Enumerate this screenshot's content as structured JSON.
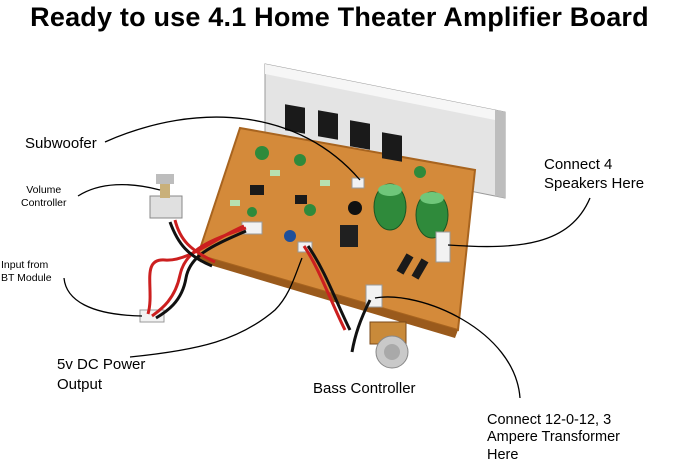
{
  "title": "Ready to use 4.1 Home Theater Amplifier Board",
  "callouts": {
    "subwoofer": "Subwoofer",
    "volume": [
      "Volume",
      "Controller"
    ],
    "input": [
      "Input from",
      "BT Module"
    ],
    "power": [
      "5v DC Power",
      "Output"
    ],
    "bass": "Bass Controller",
    "speakers": [
      "Connect 4",
      "Speakers Here"
    ],
    "transformer": [
      "Connect 12-0-12, 3",
      "Ampere Transformer",
      "Here"
    ]
  },
  "colors": {
    "pcb": "#d48a3a",
    "heatsink": "#d9d9d9",
    "capacitor": "#2f8a3b",
    "wire_red": "#cc1f1f",
    "wire_black": "#111111",
    "connector": "#f2f2f2"
  }
}
